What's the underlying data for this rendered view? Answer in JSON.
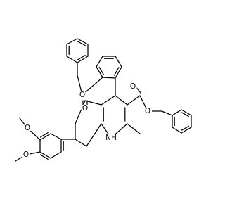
{
  "diagram": {
    "type": "chemical-structure",
    "colors": {
      "background": "#ffffff",
      "ink": "#000000"
    },
    "atom_labels": {
      "ether_o_benzyloxy": "O",
      "ketone_o": "O",
      "ester_o_carbonyl": "O",
      "ester_o_link": "O",
      "methoxy_o_upper": "O",
      "methoxy_o_lower": "O",
      "nh": "NH"
    }
  }
}
